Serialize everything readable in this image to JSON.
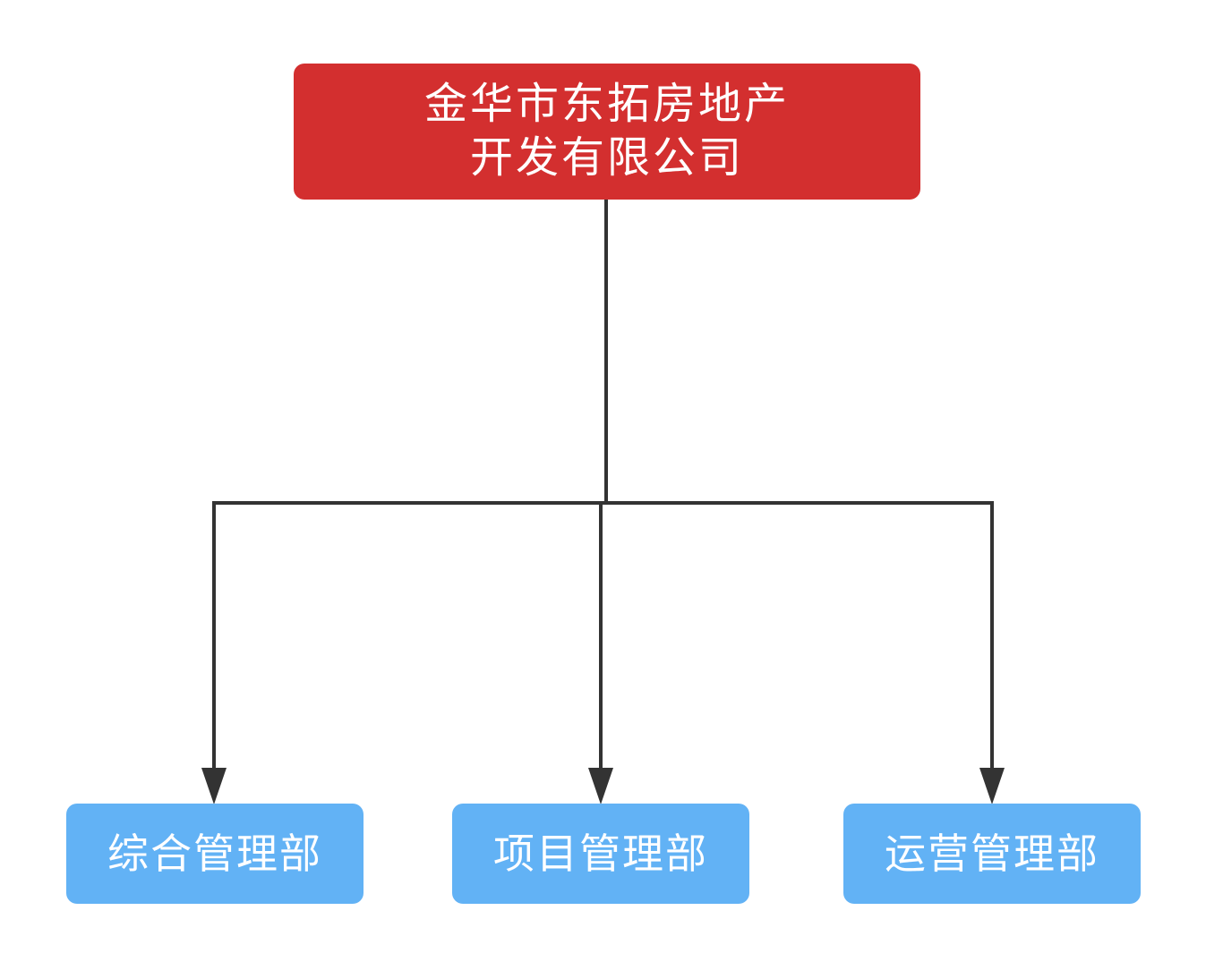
{
  "diagram": {
    "title": "org-chart",
    "background_color": "#ffffff",
    "connector_color": "#333333",
    "root": {
      "label_line1": "金华市东拓房地产",
      "label_line2": "开发有限公司",
      "full_label": "金华市东拓房地产开发有限公司",
      "color": "#d32f2f",
      "text_color": "#ffffff"
    },
    "children": [
      {
        "label": "综合管理部",
        "color": "#62b2f5",
        "text_color": "#ffffff"
      },
      {
        "label": "项目管理部",
        "color": "#62b2f5",
        "text_color": "#ffffff"
      },
      {
        "label": "运营管理部",
        "color": "#62b2f5",
        "text_color": "#ffffff"
      }
    ]
  }
}
